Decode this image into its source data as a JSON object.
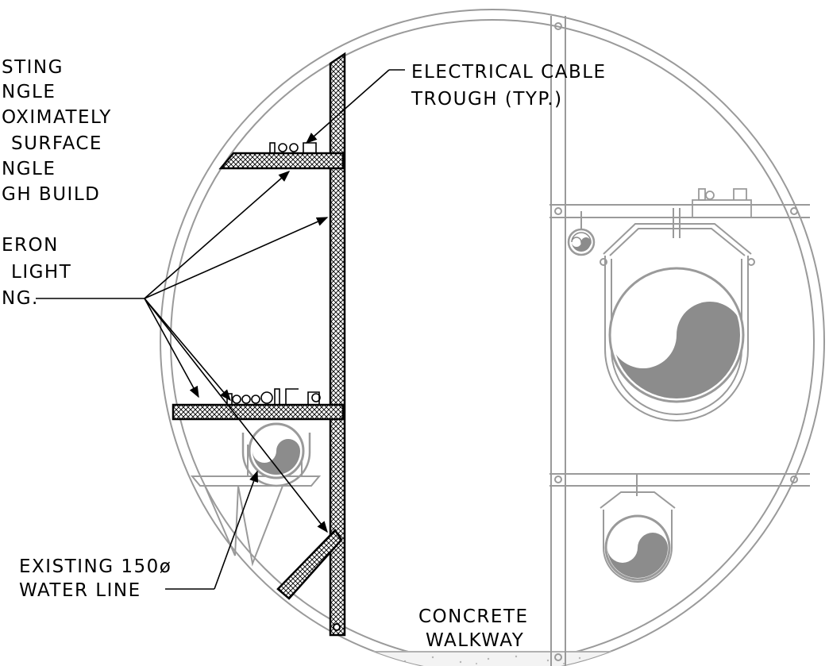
{
  "labels": {
    "left_note_lines": [
      "STING",
      "NGLE",
      "OXIMATELY",
      "SURFACE",
      "NGLE",
      "GH  BUILD",
      "ERON",
      "LIGHT",
      "NG."
    ],
    "cable_trough": [
      "ELECTRICAL  CABLE",
      "TROUGH  (TYP.)"
    ],
    "water_line": [
      "EXISTING  150ø",
      "WATER  LINE"
    ],
    "walkway": [
      "CONCRETE",
      "WALKWAY"
    ]
  },
  "colors": {
    "linework": "#000000",
    "background_detail": "#9a9a9a",
    "pipe_fill": "#8c8c8c"
  }
}
